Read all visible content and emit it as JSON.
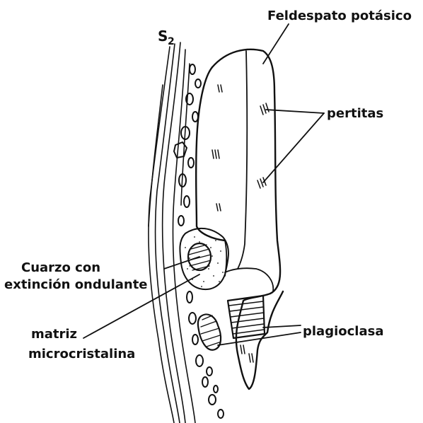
{
  "labels": {
    "s2": "S",
    "s2_sub": "2",
    "feldespato": "Feldespato potásico",
    "pertitas": "pertitas",
    "cuarzo_line1": "Cuarzo con",
    "cuarzo_line2": "extinción ondulante",
    "matriz_line1": "matriz",
    "matriz_line2": "microcristalina",
    "plagioclasa": "plagioclasa"
  },
  "colors": {
    "ink": "#111111",
    "paper": "#ffffff"
  }
}
